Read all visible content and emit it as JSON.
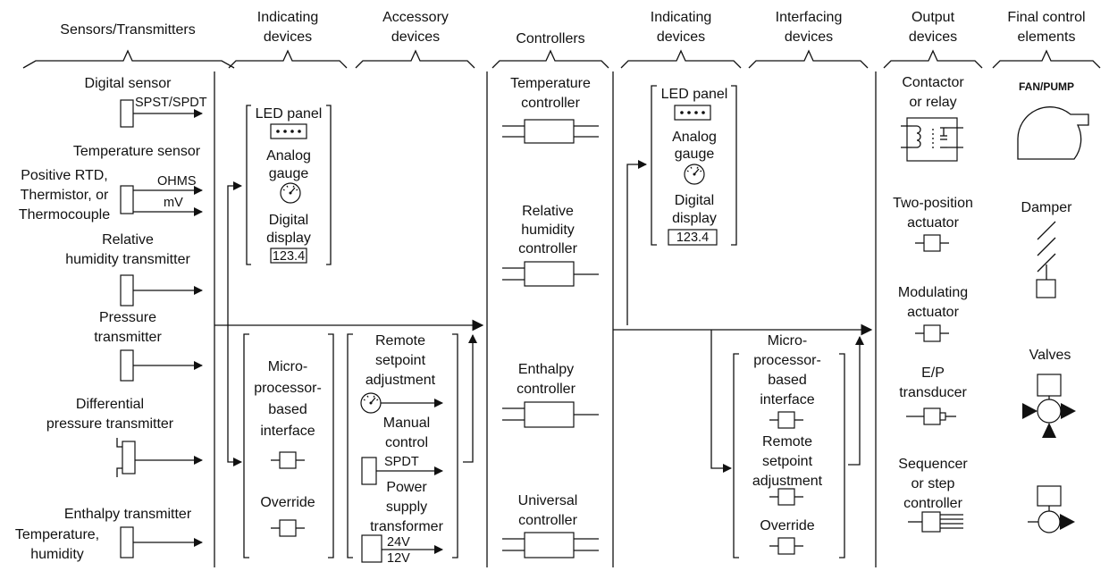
{
  "headers": {
    "sensors": "Sensors/Transmitters",
    "indicating1": [
      "Indicating",
      "devices"
    ],
    "accessory": [
      "Accessory",
      "devices"
    ],
    "controllers": "Controllers",
    "indicating2": [
      "Indicating",
      "devices"
    ],
    "interfacing": [
      "Interfacing",
      "devices"
    ],
    "output": [
      "Output",
      "devices"
    ],
    "final": [
      "Final control",
      "elements"
    ]
  },
  "sensors": {
    "digital_sensor": "Digital sensor",
    "spst_spdt": "SPST/SPDT",
    "temperature_sensor": "Temperature sensor",
    "rtd_lines": [
      "Positive RTD,",
      "Thermistor, or",
      "Thermocouple"
    ],
    "ohms": "OHMS",
    "mv": "mV",
    "rh_lines": [
      "Relative",
      "humidity transmitter"
    ],
    "pressure_lines": [
      "Pressure",
      "transmitter"
    ],
    "dp_lines": [
      "Differential",
      "pressure transmitter"
    ],
    "enthalpy": "Enthalpy transmitter",
    "temp_humidity": [
      "Temperature,",
      "humidity"
    ]
  },
  "indicating": {
    "led_panel": "LED panel",
    "analog_gauge": [
      "Analog",
      "gauge"
    ],
    "digital_display": [
      "Digital",
      "display"
    ],
    "display_value": "123.4",
    "micro_interface": [
      "Micro-",
      "processor-",
      "based",
      "interface"
    ],
    "override": "Override"
  },
  "accessory": {
    "remote_setpoint": [
      "Remote",
      "setpoint",
      "adjustment"
    ],
    "manual_control": [
      "Manual",
      "control"
    ],
    "spdt": "SPDT",
    "power_supply": [
      "Power",
      "supply",
      "transformer"
    ],
    "v24": "24V",
    "v12": "12V"
  },
  "controllers": {
    "temperature": [
      "Temperature",
      "controller"
    ],
    "relative_humidity": [
      "Relative",
      "humidity",
      "controller"
    ],
    "enthalpy": [
      "Enthalpy",
      "controller"
    ],
    "universal": [
      "Universal",
      "controller"
    ]
  },
  "indicating2": {
    "led_panel": "LED panel",
    "analog_gauge": [
      "Analog",
      "gauge"
    ],
    "digital_display": [
      "Digital",
      "display"
    ],
    "display_value": "123.4"
  },
  "interfacing": {
    "micro_interface": [
      "Micro-",
      "processor-",
      "based",
      "interface"
    ],
    "remote_setpoint": [
      "Remote",
      "setpoint",
      "adjustment"
    ],
    "override": "Override"
  },
  "output": {
    "contactor": [
      "Contactor",
      "or relay"
    ],
    "two_position": [
      "Two-position",
      "actuator"
    ],
    "modulating": [
      "Modulating",
      "actuator"
    ],
    "ep": [
      "E/P",
      "transducer"
    ],
    "sequencer": [
      "Sequencer",
      "or step",
      "controller"
    ]
  },
  "final": {
    "fan_pump": "FAN/PUMP",
    "damper": "Damper",
    "valves": "Valves"
  }
}
